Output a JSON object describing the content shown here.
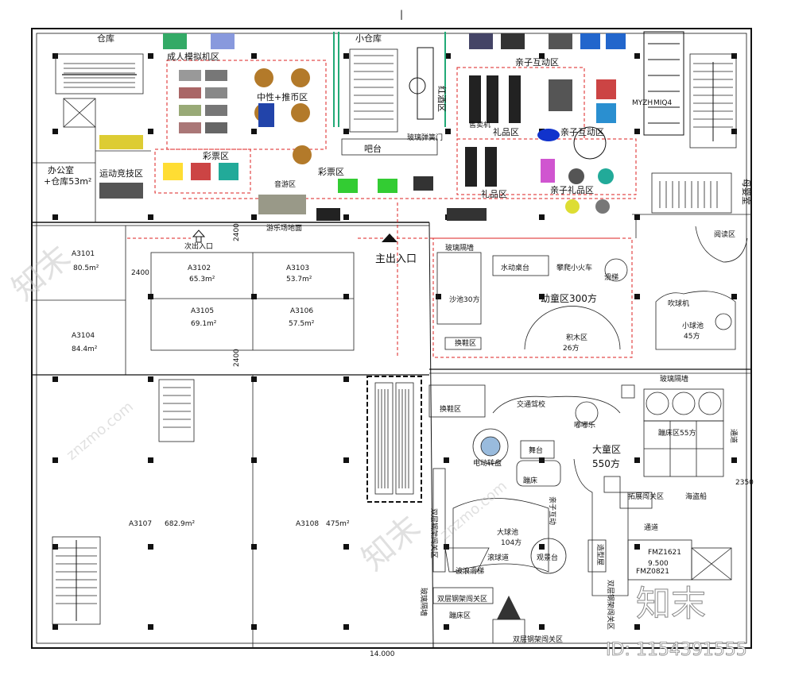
{
  "colors": {
    "line": "#111111",
    "route": "#dd2222",
    "watermark": "#c8c8c8",
    "accent_red": "#ff3300",
    "accent_blue": "#1133cc"
  },
  "north_mark": "|",
  "top_rooms": {
    "warehouse": "仓库",
    "adult_sim": "成人模拟机区",
    "small_warehouse": "小仓库",
    "wine_room": "红酒区",
    "parent_child_top": "亲子互动区",
    "neutral_coin": "中性+推币区",
    "gift_1": "礼品区",
    "parent_child_mid": "亲子互动区",
    "bar": "吧台",
    "glass_door": "玻璃弹簧门",
    "lottery_1": "彩票区",
    "lottery_2": "彩票区",
    "music": "音游区",
    "gift_2": "礼品区",
    "parent_gift": "亲子礼品区",
    "office": "办公室",
    "office_sub": "+仓库53m²",
    "sports": "运动竞技区",
    "secondary_entry": "次出入口",
    "main_entry": "主出入口",
    "mother_room": "母婴室",
    "amusement_floor": "游乐场地面",
    "mini_counter": "售卖机",
    "machine_labels": [
      "MYZH",
      "MIQ4"
    ]
  },
  "units": [
    {
      "id": "A3101",
      "area": "80.5m²"
    },
    {
      "id": "A3102",
      "area": "65.3m²"
    },
    {
      "id": "A3103",
      "area": "53.7m²"
    },
    {
      "id": "A3104",
      "area": "84.4m²"
    },
    {
      "id": "A3105",
      "area": "69.1m²"
    },
    {
      "id": "A3106",
      "area": "57.5m²"
    },
    {
      "id": "A3107",
      "area": "682.9m²"
    },
    {
      "id": "A3108",
      "area": "475m²"
    }
  ],
  "dimensions": {
    "d2400a": "2400",
    "d2400b": "2400",
    "d2400c": "2400",
    "d2350": "2350",
    "d14000": "14.000",
    "fmz": "FMZ1621",
    "fmz2": "FMZ0821",
    "elev": "9.500"
  },
  "kids_small": {
    "title": "幼童区300方",
    "sand": "沙池30方",
    "climb_train": "攀爬小火车",
    "water_table": "水动桌台",
    "shoe": "换鞋区",
    "blocks": "积木区",
    "blocks_area": "26方",
    "blower": "吹球机",
    "ball_pool": "小球池",
    "ball_pool_area": "45方",
    "reading": "阅读区",
    "slide": "滑梯",
    "glass_wall": "玻璃隔墙"
  },
  "kids_big": {
    "title": "大童区",
    "area": "550方",
    "shoe": "换鞋区",
    "track": "交通驾校",
    "carousel": "电动转盘",
    "stage": "舞台",
    "trampoline": "蹦床",
    "trampoline_big": "蹦床区55方",
    "air_bed": "嘟嘟乐",
    "big_pool": "大球池",
    "big_pool_area": "104方",
    "wave_slide": "波浪滑梯",
    "ball_roll": "滚球道",
    "viewing": "观景台",
    "maze": "造型屋",
    "rope_1": "双层钢架闯关区",
    "rope_2": "双层钢架闯关区",
    "rope_3": "双层钢架闯关区",
    "expand": "拓展闯关区",
    "pirate": "海盗船",
    "sea_wall": "玻璃隔墙",
    "vert_rope": "双层钢架闯关区",
    "vert_rope2": "双层钢架闯关区",
    "parent_zone": "亲子互动",
    "channel": "通道",
    "side_channel": "通道",
    "sand_2": "蹦床区",
    "vert_glass": "玻璃隔墙"
  },
  "watermark": {
    "id": "ID: 1154391555",
    "brand": "知末",
    "site": "znzmo.com"
  }
}
